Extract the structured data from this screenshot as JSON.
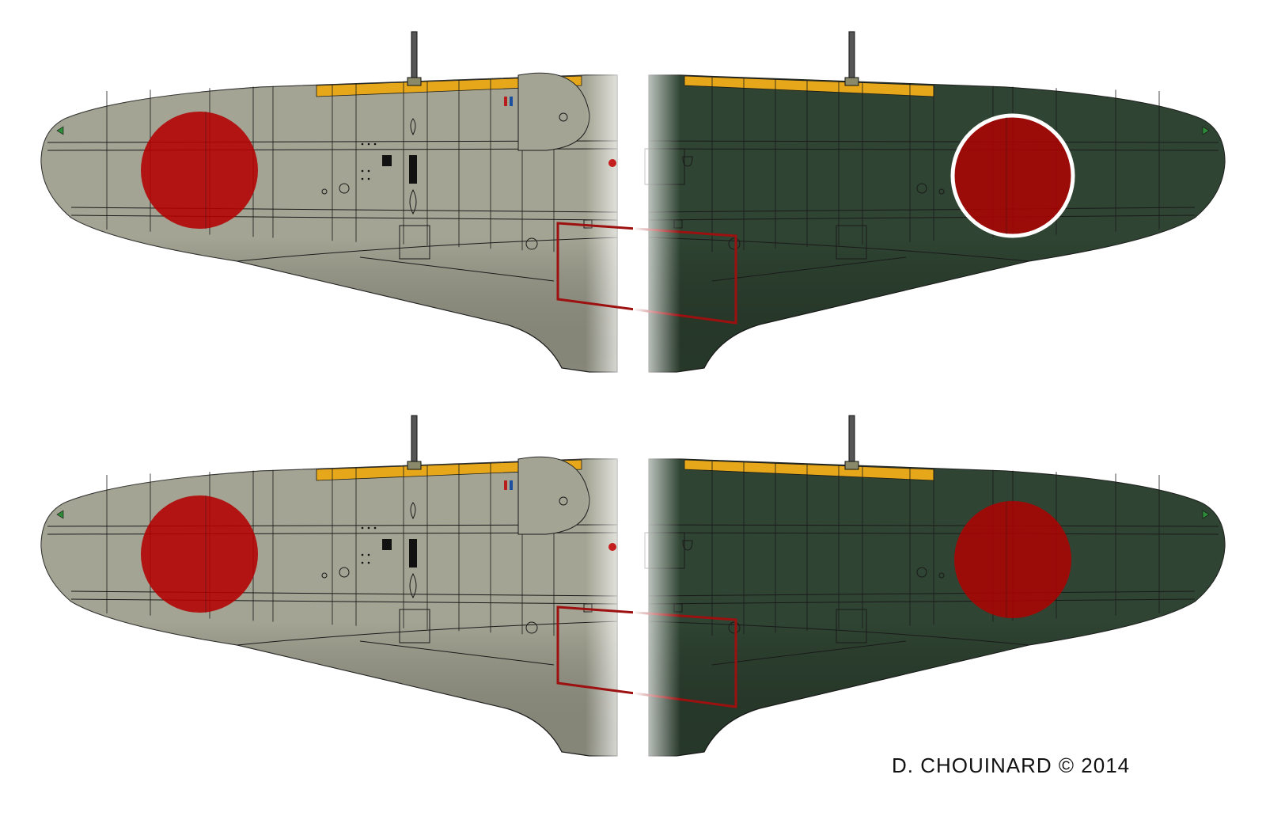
{
  "credit": "D. CHOUINARD © 2014",
  "colors": {
    "background": "#ffffff",
    "underside_grey": "#a3a493",
    "topside_green": "#2f4432",
    "hinomaru_red": "#b30000",
    "hinomaru_border": "#ffffff",
    "leading_edge_yellow": "#e6a81a",
    "walkway_outline": "#9c1010",
    "panel_line": "#1a1a1a"
  },
  "wings": [
    {
      "id": "top-left",
      "surface": "underside",
      "side": "left",
      "hinomaru_border": false
    },
    {
      "id": "top-right",
      "surface": "upperside",
      "side": "right",
      "hinomaru_border": true
    },
    {
      "id": "bottom-left",
      "surface": "underside",
      "side": "left",
      "hinomaru_border": false
    },
    {
      "id": "bottom-right",
      "surface": "upperside",
      "side": "right",
      "hinomaru_border": false
    }
  ]
}
